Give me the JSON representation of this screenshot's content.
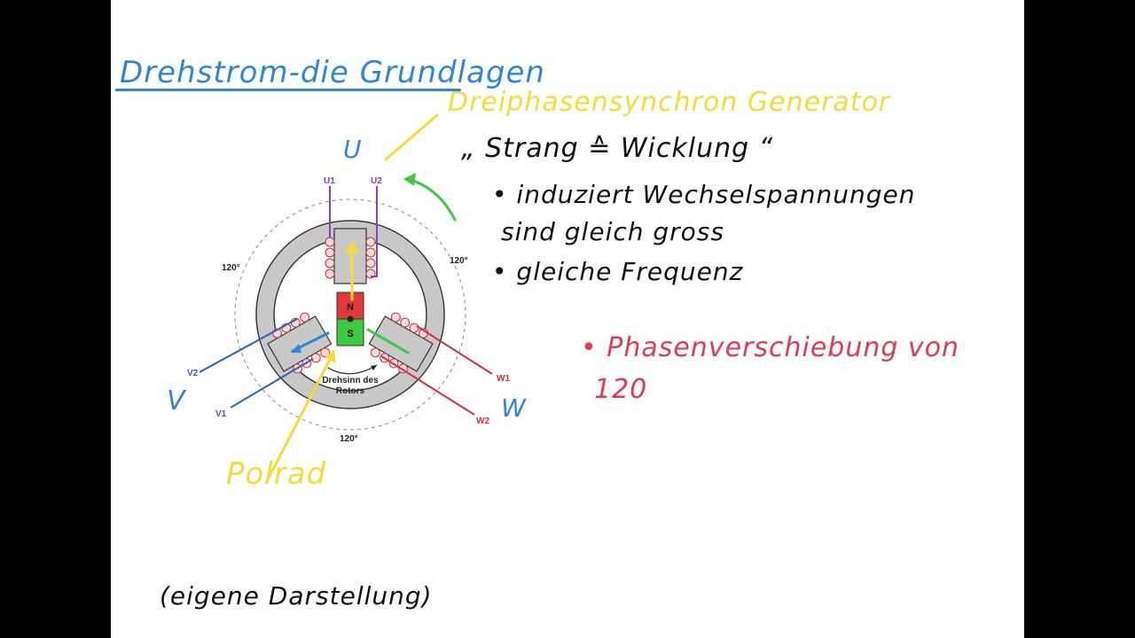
{
  "title": "Drehstrom-die Grundlagen",
  "notes": {
    "generator": "Dreiphasensynchron Generator",
    "strang": "„ Strang ≙ Wicklung “",
    "bullet1_line1": "• induziert Wechselspannungen",
    "bullet1_line2": "sind gleich gross",
    "bullet2": "• gleiche Frequenz",
    "bullet3_line1": "• Phasenverschiebung von",
    "bullet3_line2": "120",
    "polrad": "Polrad",
    "source": "(eigene Darstellung)"
  },
  "diagram": {
    "phase_u": "U",
    "phase_v": "V",
    "phase_w": "W",
    "terminal_u1": "U1",
    "terminal_u2": "U2",
    "terminal_v1": "V1",
    "terminal_v2": "V2",
    "terminal_w1": "W1",
    "terminal_w2": "W2",
    "angle_left": "120°",
    "angle_right": "120°",
    "angle_bottom": "120°",
    "pole_n": "N",
    "pole_s": "S",
    "rotation_line1": "Drehsinn des",
    "rotation_line2": "Rotors"
  },
  "colors": {
    "blue": "#2f86d6",
    "yellow": "#f2dc3c",
    "red": "#e03a55",
    "green": "#3ec93e",
    "purple": "#8a3fbf",
    "stator": "#c8c8c8"
  }
}
